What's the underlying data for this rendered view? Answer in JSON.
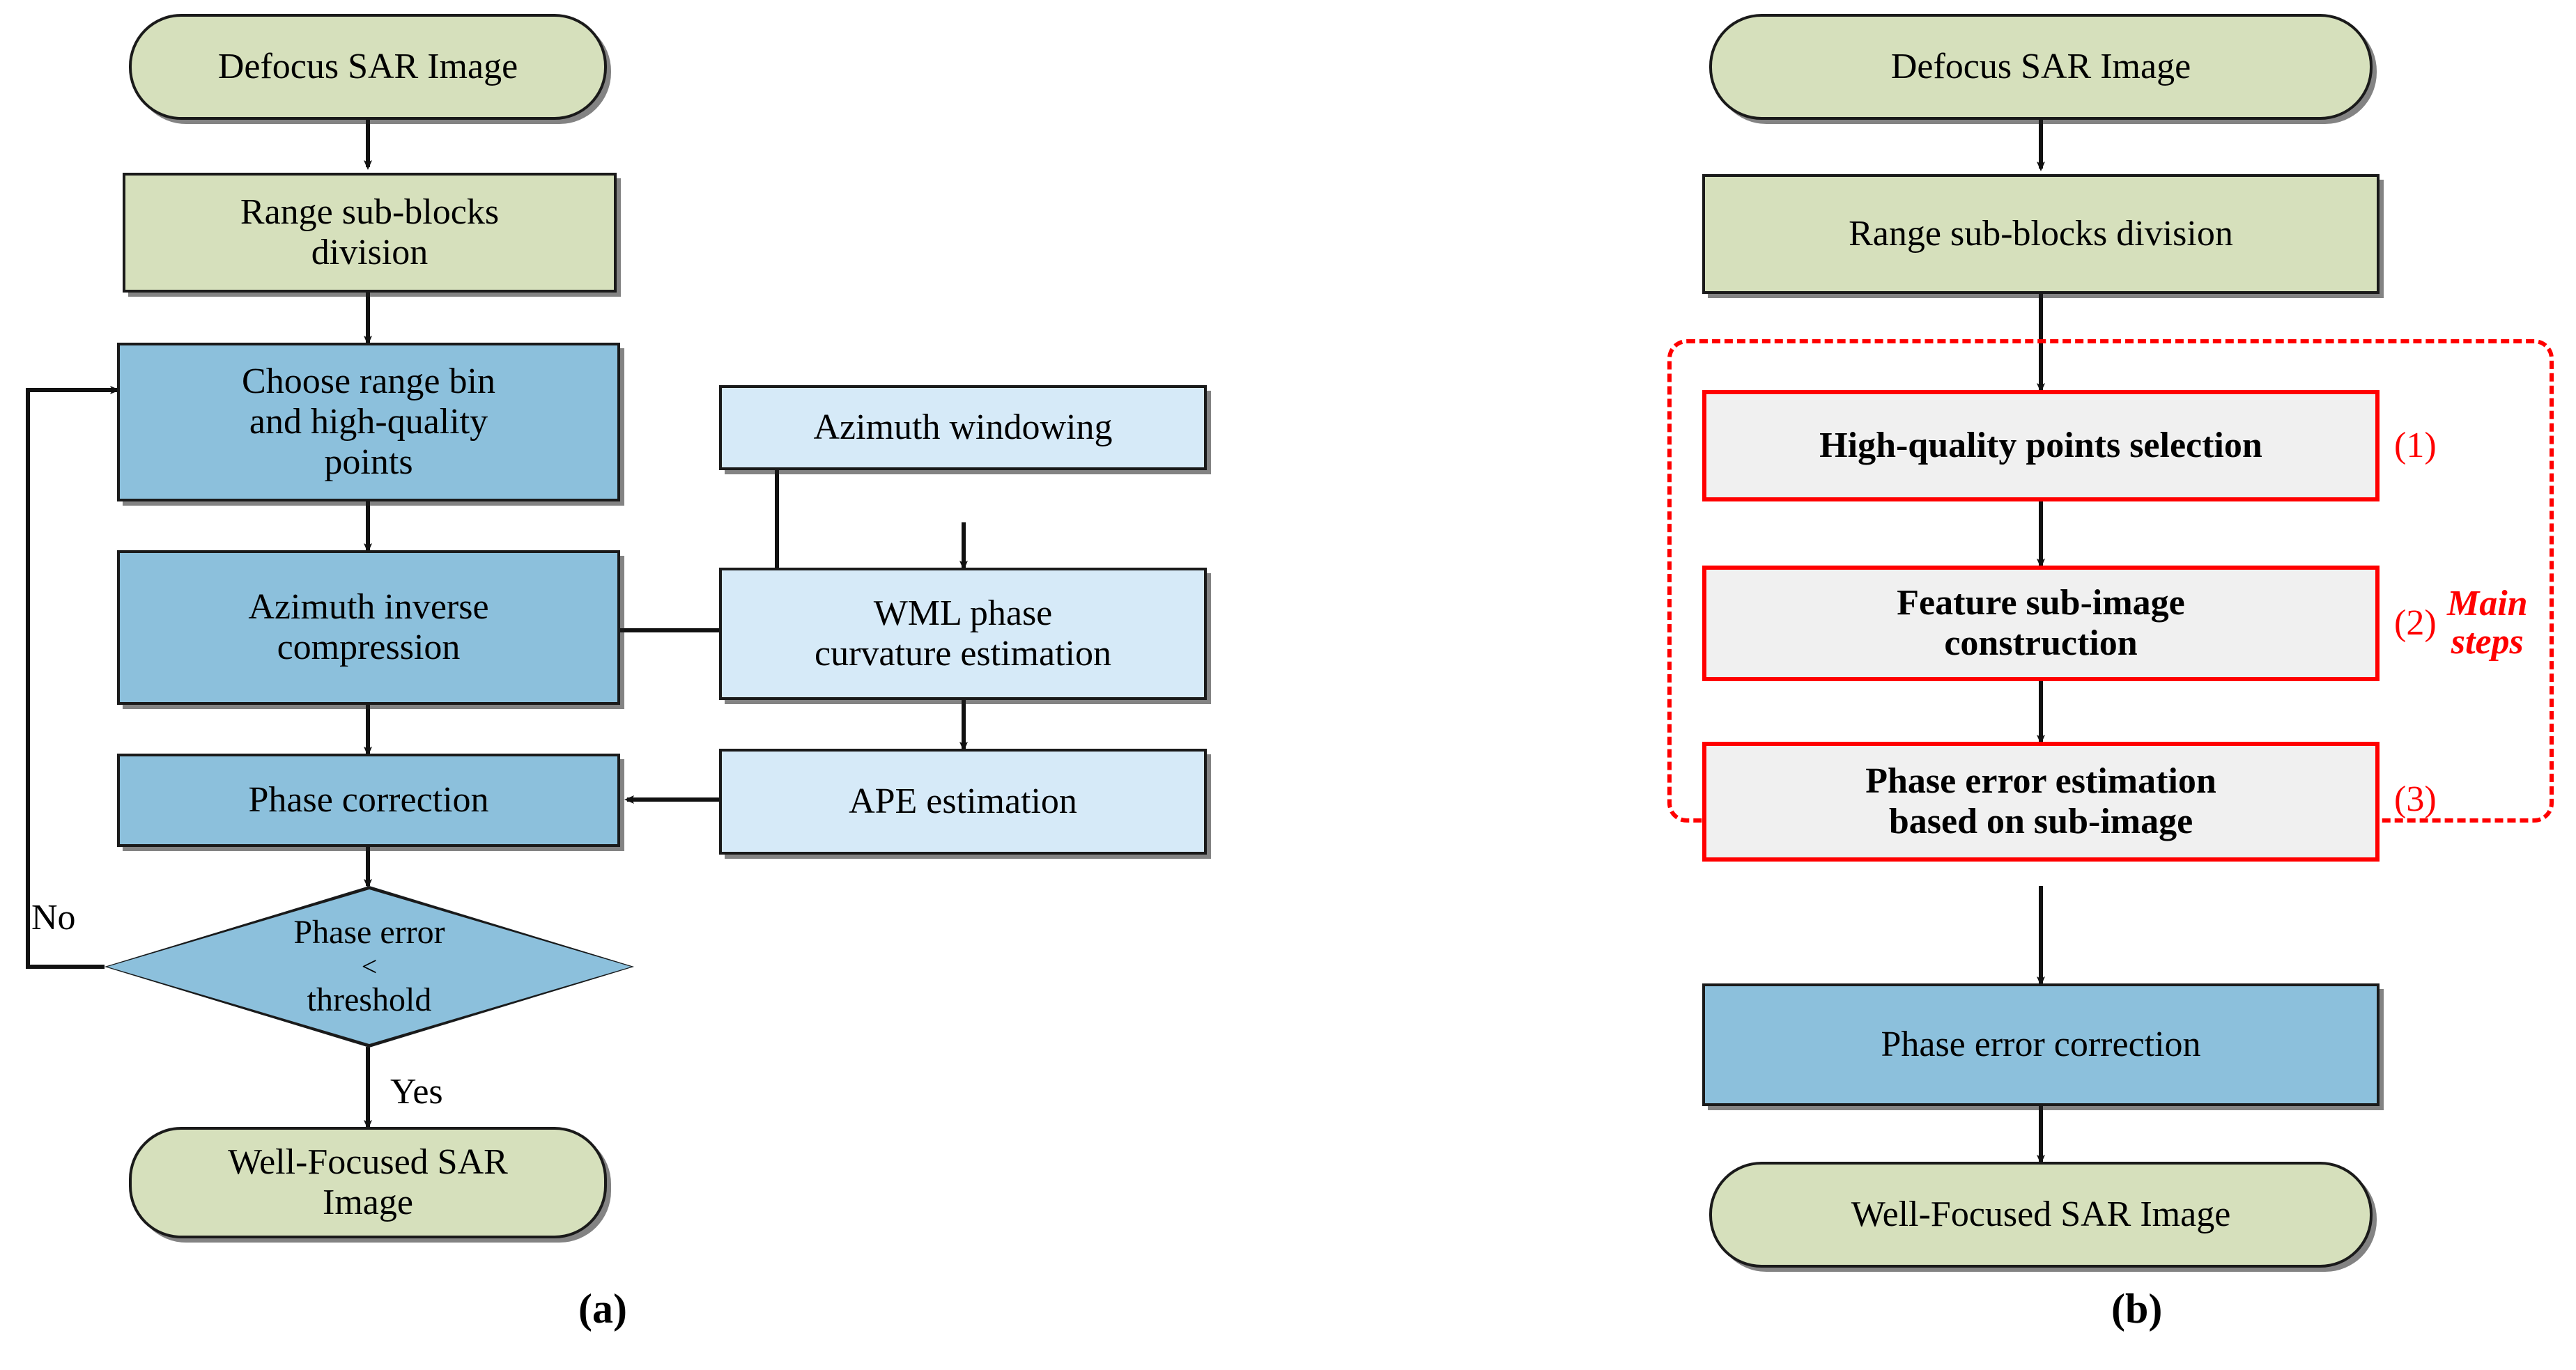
{
  "figure": {
    "type": "flowchart-pair",
    "panels": [
      {
        "letter": "(a)",
        "name": "conventional-pga-flowchart",
        "nodes": [
          {
            "id": "a-start",
            "shape": "terminator",
            "fill": "#D6E0BC",
            "label": "Defocus SAR Image"
          },
          {
            "id": "a-range",
            "shape": "process",
            "fill": "#D6E0BC",
            "label": "Range sub-blocks division"
          },
          {
            "id": "a-choose",
            "shape": "process",
            "fill": "#8CC0DC",
            "label": "Choose range bin and  high-quality points"
          },
          {
            "id": "a-azinv",
            "shape": "process",
            "fill": "#8CC0DC",
            "label": "Azimuth inverse compression"
          },
          {
            "id": "a-phasecorr",
            "shape": "process",
            "fill": "#8CC0DC",
            "label": "Phase correction"
          },
          {
            "id": "a-decision",
            "shape": "decision",
            "fill": "#8CC0DC",
            "label": "Phase error < threshold"
          },
          {
            "id": "a-end",
            "shape": "terminator",
            "fill": "#D6E0BC",
            "label": "Well-Focused SAR Image"
          },
          {
            "id": "a-azwin",
            "shape": "process",
            "fill": "#D6EAF8",
            "label": "Azimuth windowing"
          },
          {
            "id": "a-wml",
            "shape": "process",
            "fill": "#D6EAF8",
            "label": "WML phase curvature estimation"
          },
          {
            "id": "a-ape",
            "shape": "process",
            "fill": "#D6EAF8",
            "label": "APE estimation"
          }
        ],
        "edge_labels": {
          "no": "No",
          "yes": "Yes"
        }
      },
      {
        "letter": "(b)",
        "name": "proposed-method-flowchart",
        "nodes": [
          {
            "id": "b-start",
            "shape": "terminator",
            "fill": "#D6E0BC",
            "label": "Defocus SAR Image"
          },
          {
            "id": "b-range",
            "shape": "process",
            "fill": "#D6E0BC",
            "label": "Range sub-blocks division"
          },
          {
            "id": "b-step1",
            "shape": "process",
            "fill": "#F0F0F0",
            "stroke": "#FF0000",
            "label": "High-quality points selection"
          },
          {
            "id": "b-step2",
            "shape": "process",
            "fill": "#F0F0F0",
            "stroke": "#FF0000",
            "label": "Feature sub-image construction"
          },
          {
            "id": "b-step3",
            "shape": "process",
            "fill": "#F0F0F0",
            "stroke": "#FF0000",
            "label": "Phase error estimation based on sub-image"
          },
          {
            "id": "b-correct",
            "shape": "process",
            "fill": "#8CC0DC",
            "label": "Phase error correction"
          },
          {
            "id": "b-end",
            "shape": "terminator",
            "fill": "#D6E0BC",
            "label": "Well-Focused SAR Image"
          }
        ],
        "step_numbers": [
          "(1)",
          "(2)",
          "(3)"
        ],
        "group_annotation": {
          "line1": "Main",
          "line2": "steps",
          "color": "#FF0000"
        }
      }
    ],
    "colors": {
      "green_fill": "#D6E0BC",
      "blue_fill": "#8CC0DC",
      "light_blue_fill": "#D6EAF8",
      "gray_fill": "#F0F0F0",
      "red_accent": "#FF0000",
      "outline": "#1a1a1a"
    }
  },
  "a": {
    "start": "Defocus SAR Image",
    "range": "Range sub-blocks\ndivision",
    "range_l1": "Range sub-blocks",
    "range_l2": "division",
    "choose_l1": "Choose range bin",
    "choose_l2": "and  high-quality",
    "choose_l3": "points",
    "azinv_l1": "Azimuth inverse",
    "azinv_l2": "compression",
    "phasecorr": "Phase correction",
    "decision_l1": "Phase error",
    "decision_l2": "<",
    "decision_l3": "threshold",
    "end_l1": "Well-Focused SAR",
    "end_l2": "Image",
    "azwin": "Azimuth windowing",
    "wml_l1": "WML phase",
    "wml_l2": "curvature estimation",
    "ape": "APE estimation",
    "no": "No",
    "yes": "Yes",
    "letter": "(a)"
  },
  "b": {
    "start": "Defocus SAR Image",
    "range": "Range sub-blocks division",
    "step1": "High-quality points selection",
    "step2_l1": "Feature sub-image",
    "step2_l2": "construction",
    "step3_l1": "Phase error estimation",
    "step3_l2": "based on sub-image",
    "correct": "Phase error correction",
    "end": "Well-Focused SAR Image",
    "n1": "(1)",
    "n2": "(2)",
    "n3": "(3)",
    "main": "Main",
    "steps": "steps",
    "letter": "(b)"
  }
}
